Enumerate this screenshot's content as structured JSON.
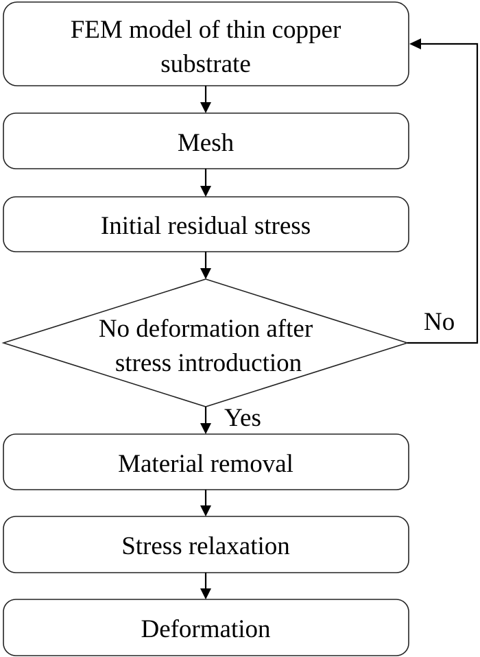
{
  "diagram": {
    "type": "flowchart",
    "nodes": [
      {
        "id": "fem_model",
        "shape": "rounded-rect",
        "lines": [
          "FEM model of thin copper",
          "substrate"
        ]
      },
      {
        "id": "mesh",
        "shape": "rounded-rect",
        "lines": [
          "Mesh"
        ]
      },
      {
        "id": "initial_stress",
        "shape": "rounded-rect",
        "lines": [
          "Initial residual stress"
        ]
      },
      {
        "id": "decision",
        "shape": "diamond",
        "lines": [
          "No deformation after",
          "stress introduction"
        ]
      },
      {
        "id": "material_removal",
        "shape": "rounded-rect",
        "lines": [
          "Material removal"
        ]
      },
      {
        "id": "stress_relaxation",
        "shape": "rounded-rect",
        "lines": [
          "Stress relaxation"
        ]
      },
      {
        "id": "deformation",
        "shape": "rounded-rect",
        "lines": [
          "Deformation"
        ]
      }
    ],
    "edges": [
      {
        "from": "fem_model",
        "to": "mesh",
        "label": ""
      },
      {
        "from": "mesh",
        "to": "initial_stress",
        "label": ""
      },
      {
        "from": "initial_stress",
        "to": "decision",
        "label": ""
      },
      {
        "from": "decision",
        "to": "material_removal",
        "label": "Yes"
      },
      {
        "from": "decision",
        "to": "fem_model",
        "label": "No"
      },
      {
        "from": "material_removal",
        "to": "stress_relaxation",
        "label": ""
      },
      {
        "from": "stress_relaxation",
        "to": "deformation",
        "label": ""
      }
    ]
  }
}
